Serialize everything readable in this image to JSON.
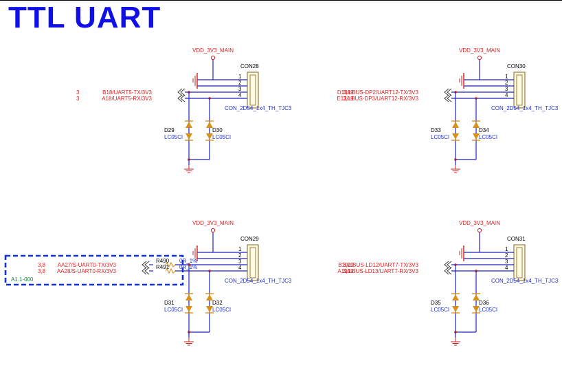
{
  "title": "TTL UART",
  "colors": {
    "title": "#0f0fe6",
    "wire": "#2020c0",
    "net_label": "#e02020",
    "diode": "#d89018",
    "power": "#d02020",
    "highlight_box": "#1030e0"
  },
  "blocks": [
    {
      "connector": "CON28",
      "footprint": "CON_2D54_1x4_TH_TJC3",
      "power": "VDD_3V3_MAIN",
      "pins": [
        "1",
        "2",
        "3",
        "4"
      ],
      "signals": [
        {
          "page": "3",
          "net": "B18/UART5-TX/3V3"
        },
        {
          "page": "3",
          "net": "A18/UART5-RX/3V3"
        }
      ],
      "diodes": [
        {
          "ref": "D29",
          "value": "LC05CI"
        },
        {
          "ref": "D30",
          "value": "LC05CI"
        }
      ]
    },
    {
      "connector": "CON30",
      "footprint": "CON_2D54_1x4_TH_TJC3",
      "power": "VDD_3V3_MAIN",
      "pins": [
        "1",
        "2",
        "3",
        "4"
      ],
      "signals": [
        {
          "page": "3,19",
          "net": "D13/LBUS-DP2/UART12-TX/3V3"
        },
        {
          "page": "3,19",
          "net": "E13/LBUS-DP3/UART12-RX/3V3"
        }
      ],
      "diodes": [
        {
          "ref": "D33",
          "value": "LC05CI"
        },
        {
          "ref": "D34",
          "value": "LC05CI"
        }
      ]
    },
    {
      "connector": "CON29",
      "footprint": "CON_2D54_1x4_TH_TJC3",
      "power": "VDD_3V3_MAIN",
      "pins": [
        "1",
        "2",
        "3",
        "4"
      ],
      "signals": [
        {
          "page": "3,8",
          "net": "AA27/S-UART0-TX/3V3"
        },
        {
          "page": "3,8",
          "net": "AA28/S-UART0-RX/3V3"
        }
      ],
      "resistors": [
        {
          "ref": "R490",
          "value": "0R_1%"
        },
        {
          "ref": "R491",
          "value": "0R_1%"
        }
      ],
      "annotation": "A1.1-000",
      "diodes": [
        {
          "ref": "D31",
          "value": "LC05CI"
        },
        {
          "ref": "D32",
          "value": "LC05CI"
        }
      ]
    },
    {
      "connector": "CON31",
      "footprint": "CON_2D54_1x4_TH_TJC3",
      "power": "VDD_3V3_MAIN",
      "pins": [
        "1",
        "2",
        "3",
        "4"
      ],
      "signals": [
        {
          "page": "3,19",
          "net": "B19/LBUS-LD12/UART7-TX/3V3"
        },
        {
          "page": "3,19",
          "net": "A19/LBUS-LD13/UART7-RX/3V3"
        }
      ],
      "diodes": [
        {
          "ref": "D35",
          "value": "LC05CI"
        },
        {
          "ref": "D36",
          "value": "LC05CI"
        }
      ]
    }
  ]
}
